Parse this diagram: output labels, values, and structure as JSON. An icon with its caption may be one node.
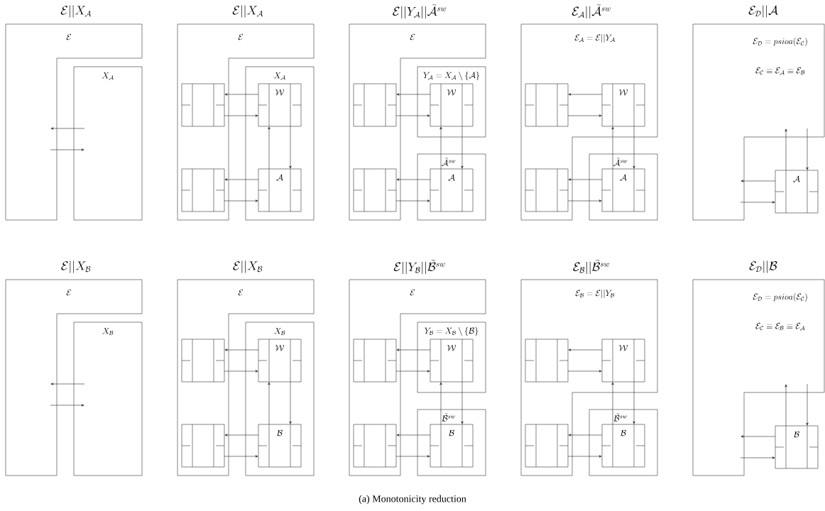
{
  "diagram": {
    "caption": "(a) Monotonicity reduction",
    "labels": [
      "\\mathcal{E}||X_{\\mathcal{A}}",
      "\\mathcal{E}||X_{\\mathcal{A}}",
      "\\mathcal{E}||Y_{\\mathcal{A}}||\\tilde{\\mathcal{A}}^{sw}",
      "\\mathcal{E}_{\\mathcal{A}}||\\tilde{\\mathcal{A}}^{sw}",
      "\\mathcal{E}_{\\mathcal{D}}||\\mathcal{A}",
      "\\mathcal{E}||X_{\\mathcal{B}}",
      "\\mathcal{E}||X_{\\mathcal{B}}",
      "\\mathcal{E}||Y_{\\mathcal{B}}||\\tilde{\\mathcal{B}}^{sw}",
      "\\mathcal{E}_{\\mathcal{B}}||\\tilde{\\mathcal{B}}^{sw}",
      "\\mathcal{E}_{\\mathcal{D}}||\\mathcal{B}"
    ],
    "nodes": [
      {
        "text": [
          "\\mathcal{E}"
        ]
      },
      {
        "text": [
          "X_{\\mathcal{A}}"
        ]
      },
      {
        "text": [
          "\\mathcal{E}"
        ]
      },
      {
        "text": [
          "X_{\\mathcal{A}}"
        ]
      },
      {
        "text": [],
        "shape": "box",
        "in": 2
      },
      {
        "text": [
          "\\mathcal{W}"
        ],
        "in": 3
      },
      {
        "text": [],
        "shape": "box",
        "in": 2
      },
      {
        "text": [
          "\\mathcal{A}"
        ],
        "in": 3
      },
      {
        "text": [
          "\\mathcal{E}"
        ]
      },
      {
        "text": [
          "Y_{\\mathcal{A}} = X_{\\mathcal{A}} \\setminus \\{\\mathcal{A}\\}"
        ]
      },
      {
        "text": [],
        "shape": "box",
        "in": 8
      },
      {
        "text": [
          "\\mathcal{W}"
        ],
        "in": 9
      },
      {
        "text": [
          "\\tilde{\\mathcal{A}}^{sw}"
        ]
      },
      {
        "text": [],
        "shape": "box",
        "in": 8
      },
      {
        "text": [
          "\\mathcal{A}"
        ],
        "in": 12
      },
      {
        "text": [
          "\\mathcal{E}_{\\mathcal{A}} = \\mathcal{E}||Y_{\\mathcal{A}}"
        ]
      },
      {
        "text": [],
        "shape": "box",
        "in": 15
      },
      {
        "text": [
          "\\mathcal{W}"
        ],
        "in": 15
      },
      {
        "text": [
          "\\tilde{\\mathcal{A}}^{sw}"
        ]
      },
      {
        "text": [],
        "shape": "box",
        "in": 15
      },
      {
        "text": [
          "\\mathcal{A}"
        ],
        "in": 18
      },
      {
        "text": [
          "\\mathcal{E}_{\\mathcal{D}} = psioa(\\mathcal{E}_{\\mathcal{C}})",
          "\\mathcal{E}_{\\mathcal{C}} \\equiv \\mathcal{E}_{\\mathcal{A}} \\equiv \\mathcal{E}_{\\mathcal{B}}"
        ]
      },
      {
        "text": [
          "\\mathcal{A}"
        ]
      },
      {
        "text": [
          "\\mathcal{E}"
        ]
      },
      {
        "text": [
          "X_{\\mathcal{B}}"
        ]
      },
      {
        "text": [
          "\\mathcal{E}"
        ]
      },
      {
        "text": [
          "X_{\\mathcal{B}}"
        ]
      },
      {
        "text": [],
        "shape": "box",
        "in": 25
      },
      {
        "text": [
          "\\mathcal{W}"
        ],
        "in": 26
      },
      {
        "text": [],
        "shape": "box",
        "in": 25
      },
      {
        "text": [
          "\\mathcal{B}"
        ],
        "in": 26
      },
      {
        "text": [
          "\\mathcal{E}"
        ]
      },
      {
        "text": [
          "Y_{\\mathcal{B}} = X_{\\mathcal{B}} \\setminus \\{\\mathcal{B}\\}"
        ]
      },
      {
        "text": [],
        "shape": "box",
        "in": 31
      },
      {
        "text": [
          "\\mathcal{W}"
        ],
        "in": 32
      },
      {
        "text": [
          "\\tilde{\\mathcal{B}}^{sw}"
        ]
      },
      {
        "text": [],
        "shape": "box",
        "in": 31
      },
      {
        "text": [
          "\\mathcal{B}"
        ],
        "in": 35
      },
      {
        "text": [
          "\\mathcal{E}_{\\mathcal{B}} = \\mathcal{E}||Y_{\\mathcal{B}}"
        ]
      },
      {
        "text": [],
        "shape": "box",
        "in": 38
      },
      {
        "text": [
          "\\mathcal{W}"
        ],
        "in": 38
      },
      {
        "text": [
          "\\tilde{\\mathcal{B}}^{sw}"
        ]
      },
      {
        "text": [],
        "shape": "box",
        "in": 38
      },
      {
        "text": [
          "\\mathcal{B}"
        ],
        "in": 41
      },
      {
        "text": [
          "\\mathcal{E}_{\\mathcal{D}} = psioa(\\mathcal{E}_{\\mathcal{C}})",
          "\\mathcal{E}_{\\mathcal{C}} \\equiv \\mathcal{E}_{\\mathcal{B}} \\equiv \\mathcal{E}_{\\mathcal{A}}"
        ]
      },
      {
        "text": [
          "\\mathcal{B}"
        ]
      }
    ],
    "edges": [
      {
        "from": 1,
        "to": 0,
        "arrow": "to"
      },
      {
        "from": 0,
        "to": 1,
        "arrow": "to"
      },
      {
        "from": 5,
        "to": 4,
        "arrow": "to"
      },
      {
        "from": 4,
        "to": 5,
        "arrow": "to"
      },
      {
        "from": 7,
        "to": 5,
        "arrow": "to"
      },
      {
        "from": 5,
        "to": 7,
        "arrow": "to"
      },
      {
        "from": 7,
        "to": 6,
        "arrow": "to"
      },
      {
        "from": 6,
        "to": 7,
        "arrow": "to"
      },
      {
        "from": 11,
        "to": 10,
        "arrow": "to"
      },
      {
        "from": 10,
        "to": 11,
        "arrow": "to"
      },
      {
        "from": 14,
        "to": 11,
        "arrow": "to"
      },
      {
        "from": 11,
        "to": 14,
        "arrow": "to"
      },
      {
        "from": 14,
        "to": 13,
        "arrow": "to"
      },
      {
        "from": 13,
        "to": 14,
        "arrow": "to"
      },
      {
        "from": 17,
        "to": 16,
        "arrow": "to"
      },
      {
        "from": 16,
        "to": 17,
        "arrow": "to"
      },
      {
        "from": 20,
        "to": 17,
        "arrow": "to"
      },
      {
        "from": 17,
        "to": 20,
        "arrow": "to"
      },
      {
        "from": 20,
        "to": 19,
        "arrow": "to"
      },
      {
        "from": 19,
        "to": 20,
        "arrow": "to"
      },
      {
        "from": 22,
        "to": 21,
        "arrow": "to"
      },
      {
        "from": 21,
        "to": 22,
        "arrow": "to"
      },
      {
        "from": 22,
        "to": 21,
        "arrow": "to"
      },
      {
        "from": 21,
        "to": 22,
        "arrow": "to"
      },
      {
        "from": 24,
        "to": 23,
        "arrow": "to"
      },
      {
        "from": 23,
        "to": 24,
        "arrow": "to"
      },
      {
        "from": 28,
        "to": 27,
        "arrow": "to"
      },
      {
        "from": 27,
        "to": 28,
        "arrow": "to"
      },
      {
        "from": 30,
        "to": 28,
        "arrow": "to"
      },
      {
        "from": 28,
        "to": 30,
        "arrow": "to"
      },
      {
        "from": 30,
        "to": 29,
        "arrow": "to"
      },
      {
        "from": 29,
        "to": 30,
        "arrow": "to"
      },
      {
        "from": 34,
        "to": 33,
        "arrow": "to"
      },
      {
        "from": 33,
        "to": 34,
        "arrow": "to"
      },
      {
        "from": 37,
        "to": 34,
        "arrow": "to"
      },
      {
        "from": 34,
        "to": 37,
        "arrow": "to"
      },
      {
        "from": 37,
        "to": 36,
        "arrow": "to"
      },
      {
        "from": 36,
        "to": 37,
        "arrow": "to"
      },
      {
        "from": 40,
        "to": 39,
        "arrow": "to"
      },
      {
        "from": 39,
        "to": 40,
        "arrow": "to"
      },
      {
        "from": 43,
        "to": 40,
        "arrow": "to"
      },
      {
        "from": 40,
        "to": 43,
        "arrow": "to"
      },
      {
        "from": 43,
        "to": 42,
        "arrow": "to"
      },
      {
        "from": 42,
        "to": 43,
        "arrow": "to"
      },
      {
        "from": 45,
        "to": 44,
        "arrow": "to"
      },
      {
        "from": 44,
        "to": 45,
        "arrow": "to"
      },
      {
        "from": 45,
        "to": 44,
        "arrow": "to"
      },
      {
        "from": 44,
        "to": 45,
        "arrow": "to"
      }
    ]
  }
}
